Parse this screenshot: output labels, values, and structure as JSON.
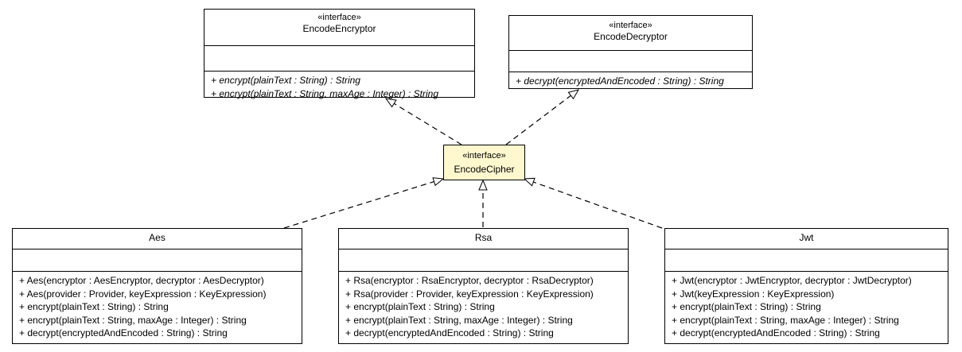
{
  "diagram": {
    "interfaces": {
      "encode_encryptor": {
        "stereotype": "«interface»",
        "name": "EncodeEncryptor",
        "operations": [
          "+ encrypt(plainText : String) : String",
          "+ encrypt(plainText : String, maxAge : Integer) : String"
        ]
      },
      "encode_decryptor": {
        "stereotype": "«interface»",
        "name": "EncodeDecryptor",
        "operations": [
          "+ decrypt(encryptedAndEncoded : String) : String"
        ]
      },
      "encode_cipher": {
        "stereotype": "«interface»",
        "name": "EncodeCipher"
      }
    },
    "classes": {
      "aes": {
        "name": "Aes",
        "operations": [
          "+ Aes(encryptor : AesEncryptor, decryptor : AesDecryptor)",
          "+ Aes(provider : Provider, keyExpression : KeyExpression)",
          "+ encrypt(plainText : String) : String",
          "+ encrypt(plainText : String, maxAge : Integer) : String",
          "+ decrypt(encryptedAndEncoded : String) : String"
        ]
      },
      "rsa": {
        "name": "Rsa",
        "operations": [
          "+ Rsa(encryptor : RsaEncryptor, decryptor : RsaDecryptor)",
          "+ Rsa(provider : Provider, keyExpression : KeyExpression)",
          "+ encrypt(plainText : String) : String",
          "+ encrypt(plainText : String, maxAge : Integer) : String",
          "+ decrypt(encryptedAndEncoded : String) : String"
        ]
      },
      "jwt": {
        "name": "Jwt",
        "operations": [
          "+ Jwt(encryptor : JwtEncryptor, decryptor : JwtDecryptor)",
          "+ Jwt(keyExpression : KeyExpression)",
          "+ encrypt(plainText : String) : String",
          "+ encrypt(plainText : String, maxAge : Integer) : String",
          "+ decrypt(encryptedAndEncoded : String) : String"
        ]
      }
    },
    "colors": {
      "focus_fill": "#fff8cf",
      "line": "#000000",
      "background": "#ffffff"
    }
  }
}
